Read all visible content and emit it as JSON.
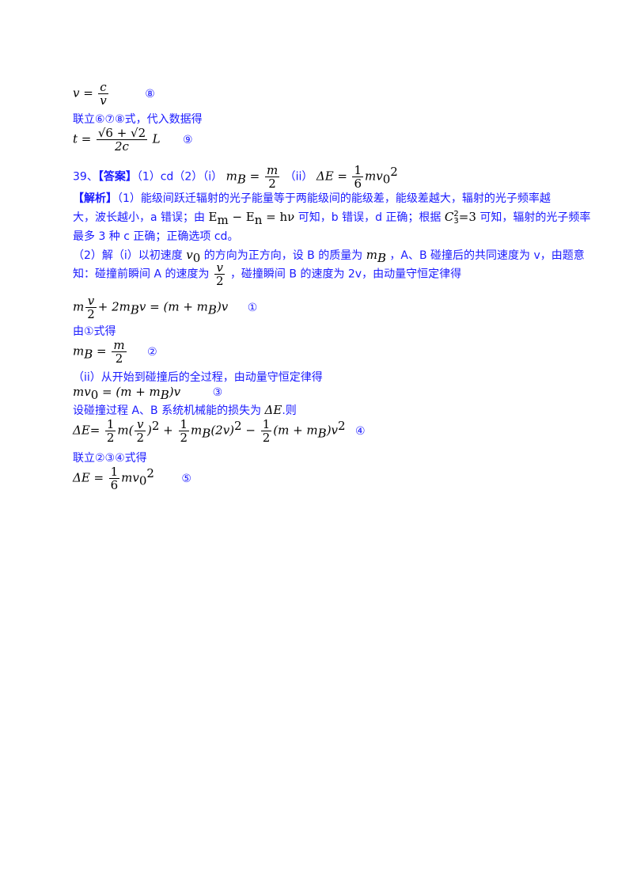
{
  "eq8": {
    "lhs": "v =",
    "num": "c",
    "den": "v",
    "mark": "⑧"
  },
  "line_combine_678": "联立⑥⑦⑧式，代入数据得",
  "eq9": {
    "lhs": "t =",
    "num_a": "√6 + √2",
    "den": "2c",
    "tail": "L",
    "mark": "⑨"
  },
  "q39": {
    "label": "39、",
    "answer_tag": "【答案】",
    "answer_text": "（1）cd（2）（i）",
    "mb": "m",
    "mb_sub": "B",
    "mb_eq": " = ",
    "mb_num": "m",
    "mb_den": "2",
    "ii_text": "（ii）",
    "de_lhs": "ΔE =",
    "de_num": "1",
    "de_den": "6",
    "de_tail": "mv",
    "de_sub": "0",
    "de_sup": "2"
  },
  "analysis": {
    "tag": "【解析】",
    "line1": "（1）能级间跃迁辐射的光子能量等于两能级间的能级差，能级差越大，辐射的光子频率越",
    "line2_a": "大，波长越小，a 错误；由",
    "line2_formula": "E",
    "line2_formula_sub_m": "m",
    "line2_formula_mid": " − E",
    "line2_formula_sub_n": "n",
    "line2_formula_end": " = hν",
    "line2_b": "可知，b 错误，d 正确；根据",
    "line2_c": "C",
    "line2_c_sup": "2",
    "line2_c_sub": "3",
    "line2_c_end": "=3",
    "line2_d": "可知，辐射的光子频率",
    "line3": "最多 3 种 c 正确；正确选项 cd。"
  },
  "part2": {
    "line1_a": "（2）解（i）以初速度",
    "v0": "v",
    "v0_sub": "0",
    "line1_b": "的方向为正方向，设 B 的质量为",
    "mB": "m",
    "mB_sub": "B",
    "line1_c": "，A、B 碰撞后的共同速度为 v，由题意",
    "line2_a": "知：碰撞前瞬间 A 的速度为",
    "frac_num": "v",
    "frac_den": "2",
    "line2_b": "，碰撞瞬间 B 的速度为 2v，由动量守恒定律得"
  },
  "eq1": {
    "m": "m",
    "num": "v",
    "den": "2",
    "rest": "+ 2m",
    "sub": "B",
    "rest2": "v = (m + m",
    "sub2": "B",
    "rest3": ")v",
    "mark": "①"
  },
  "line_from1": "由①式得",
  "eq2": {
    "lhs": "m",
    "sub": "B",
    "eq": " = ",
    "num": "m",
    "den": "2",
    "mark": "②"
  },
  "line_ii": "（ii）从开始到碰撞后的全过程，由动量守恒定律得",
  "eq3": {
    "lhs": "mv",
    "sub": "0",
    "rest": " = (m + m",
    "sub2": "B",
    "rest2": ")v",
    "mark": "③"
  },
  "line_loss_a": "设碰撞过程 A、B 系统机械能的损失为",
  "line_loss_sym": "ΔE",
  "line_loss_b": ".则",
  "eq4": {
    "lhs": "ΔE=",
    "f1_num": "1",
    "f1_den": "2",
    "t1": "m(",
    "f2_num": "v",
    "f2_den": "2",
    "t1b": ")",
    "t1sup": "2",
    "t2": " + ",
    "f3_num": "1",
    "f3_den": "2",
    "t3": "m",
    "t3sub": "B",
    "t3b": "(2v)",
    "t3sup": "2",
    "t4": " − ",
    "f4_num": "1",
    "f4_den": "2",
    "t5": "(m + m",
    "t5sub": "B",
    "t5b": ")v",
    "t5sup": "2",
    "mark": "④"
  },
  "line_combine_234": "联立②③④式得",
  "eq5": {
    "lhs": "ΔE =",
    "num": "1",
    "den": "6",
    "tail": "mv",
    "sub": "0",
    "sup": "2",
    "mark": "⑤"
  }
}
